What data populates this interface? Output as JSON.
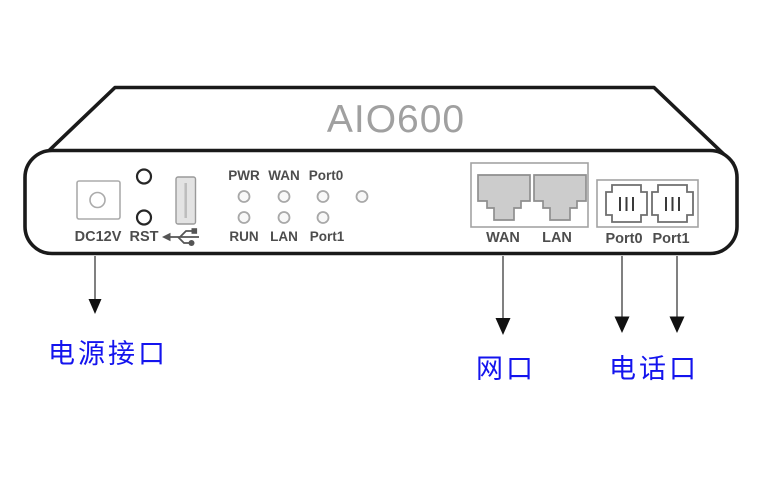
{
  "title": "AIO600",
  "panel": {
    "power": {
      "label": "DC12V"
    },
    "reset": {
      "label": "RST"
    },
    "usb": {
      "icon": "usb-trident-icon"
    },
    "leds": {
      "top_labels": [
        "PWR",
        "WAN",
        "Port0"
      ],
      "bottom_labels": [
        "RUN",
        "LAN",
        "Port1"
      ],
      "top_led_count": 4,
      "bottom_led_count": 3
    },
    "ethernet": {
      "ports": [
        "WAN",
        "LAN"
      ]
    },
    "phone": {
      "ports": [
        "Port0",
        "Port1"
      ]
    }
  },
  "annotations": {
    "power": "电源接口",
    "network": "网口",
    "phone": "电话口"
  },
  "colors": {
    "outline": "#1a1a1a",
    "panel_text": "#4d4d4d",
    "model_text": "#a0a0a0",
    "annotation_text": "#1414ee",
    "ethernet_port_fill": "#cccccc",
    "port_group_stroke": "#a3a3a3",
    "arrow_head": "#111111"
  }
}
